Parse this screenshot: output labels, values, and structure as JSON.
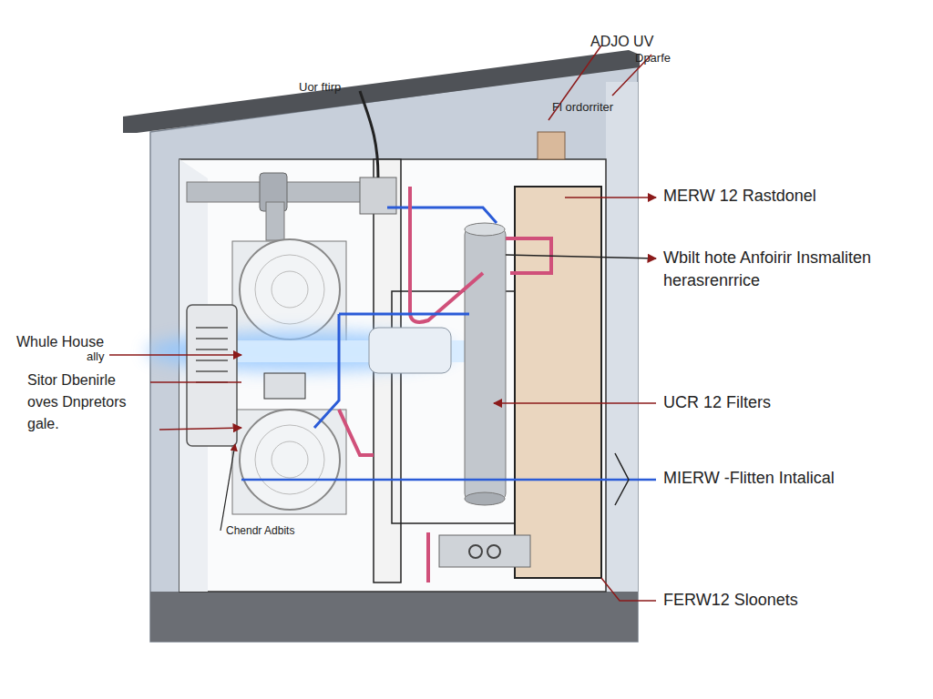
{
  "diagram": {
    "labels": [
      "ADJO UV",
      "Dparfe",
      "Uor ftirp",
      "Fl ordorriter",
      "MERW 12 Rastdonel",
      "Wbilt hote Anfoirir Insmaliten herasrenrrice",
      "UCR 12 Filters",
      "MIERW -Flitten Intalical",
      "FERW12 Sloonets",
      "Whule House",
      "ally",
      "Sitor Dbenirle oves Dnpretors gale.",
      "Chendr Adbits"
    ]
  }
}
